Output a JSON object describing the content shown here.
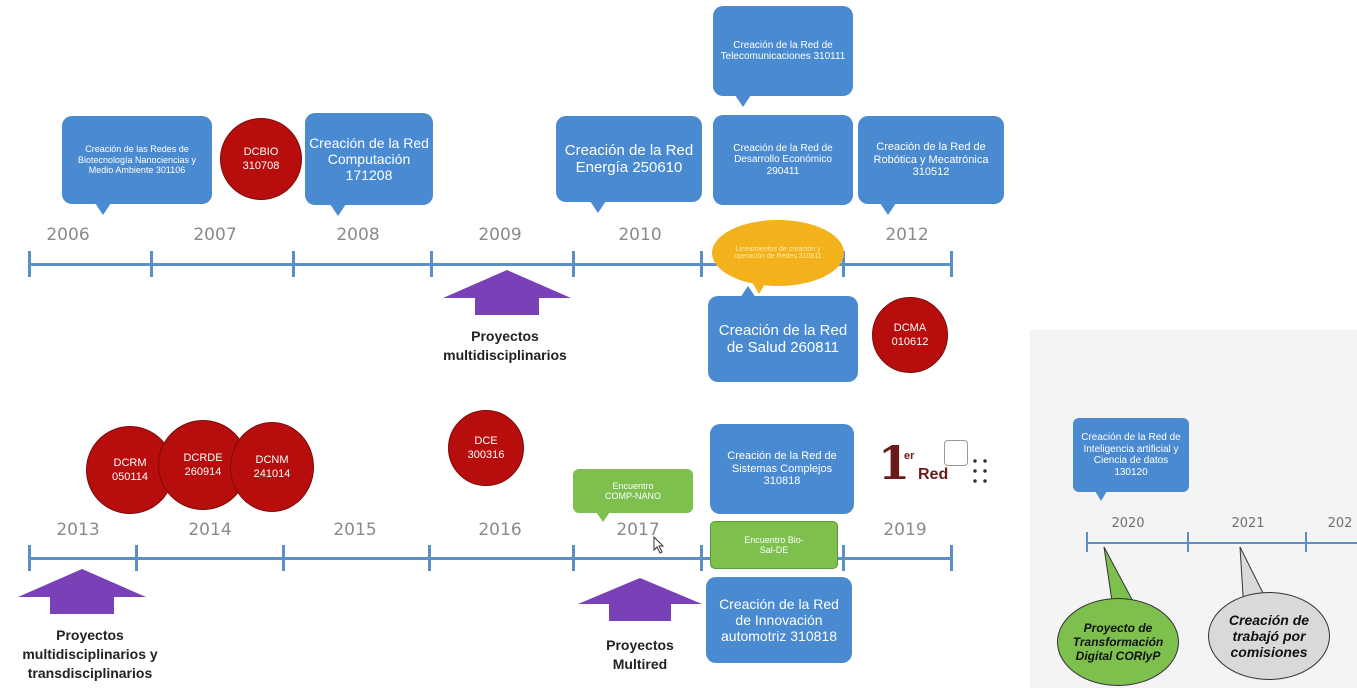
{
  "colors": {
    "axis": "#5b8fc9",
    "box": "#4a8ad0",
    "circle": "#b80d0d",
    "arrow": "#7a40b8",
    "green": "#7ec04e",
    "yellow": "#f3b21c"
  },
  "row1": {
    "years": [
      "2006",
      "2007",
      "2008",
      "2009",
      "2010",
      "2012"
    ],
    "boxes": {
      "bio": "Creación de las Redes de Biotecnología Nanociencias y Medio Ambiente 301106",
      "computacion": "Creación de la Red Computación 171208",
      "energia": "Creación de la Red Energía 250610",
      "telecom": "Creación de la Red de Telecomunicaciones 310111",
      "desarrollo": "Creación de la Red de Desarrollo Económico 290411",
      "robotica": "Creación de la Red de Robótica y Mecatrónica 310512",
      "salud": "Creación de la Red de Salud 260811"
    },
    "encuentro": "Lineamientos de creación y operación de Redes 310811",
    "circles": {
      "dcbio": {
        "name": "DCBIO",
        "code": "310708"
      },
      "dcma": {
        "name": "DCMA",
        "code": "010612"
      }
    },
    "arrow_label": "Proyectos multidisciplinarios"
  },
  "row2": {
    "years": [
      "2013",
      "2014",
      "2015",
      "2016",
      "2017",
      "2019"
    ],
    "circles": {
      "dcrm": {
        "name": "DCRM",
        "code": "050114"
      },
      "dcrde": {
        "name": "DCRDE",
        "code": "260914"
      },
      "dcnm": {
        "name": "DCNM",
        "code": "241014"
      },
      "dce": {
        "name": "DCE",
        "code": "300316"
      }
    },
    "green": {
      "compnano": "Encuentro COMP-NANO",
      "biosal": "Encuentro Bio-Sal-DE"
    },
    "boxes": {
      "sistemas": "Creación de la Red de Sistemas Complejos 310818",
      "innovacion": "Creación de la Red de Innovación automotriz 310818"
    },
    "arrow1_label": "Proyectos multidisciplinarios y transdisciplinarios",
    "arrow2_label": "Proyectos Multired",
    "logo": {
      "big": "1",
      "sup": "er",
      "word": "Red"
    }
  },
  "row3": {
    "years": [
      "2020",
      "2021",
      "202"
    ],
    "box": "Creación de la Red de Inteligencia artificial y Ciencia de datos 130120",
    "green_label": "Proyecto de Transformación Digital CORIyP",
    "gray_label": "Creación de trabajó por comisiones"
  }
}
